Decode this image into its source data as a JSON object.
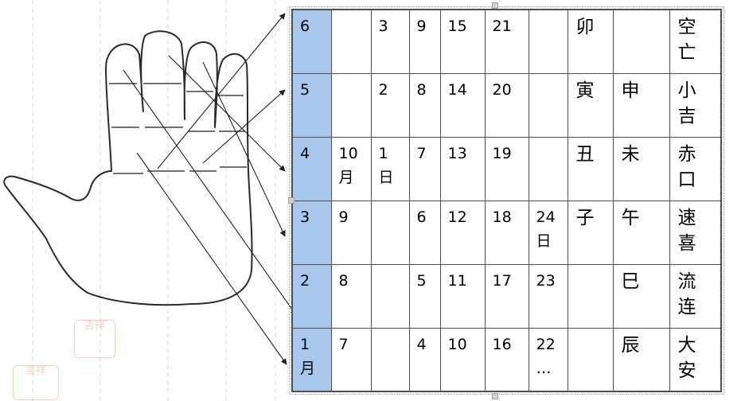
{
  "month_column": [
    "6",
    "5",
    "4",
    "3",
    "2",
    "1\n月"
  ],
  "rows": [
    [
      "",
      "3",
      "9",
      "15",
      "21",
      "",
      "卯",
      "",
      "空\n亡"
    ],
    [
      "",
      "2",
      "8",
      "14",
      "20",
      "",
      "寅",
      "申",
      "小\n吉"
    ],
    [
      "10\n月",
      "1\n日",
      "7",
      "13",
      "19",
      "",
      "丑",
      "未",
      "赤\n口"
    ],
    [
      "9",
      "",
      "6",
      "12",
      "18",
      "24\n日",
      "子",
      "午",
      "速\n喜"
    ],
    [
      "8",
      "",
      "5",
      "11",
      "17",
      "23",
      "",
      "巳",
      "流\n连"
    ],
    [
      "7",
      "",
      "4",
      "10",
      "16",
      "22\n…",
      "",
      "辰",
      "大\n安"
    ]
  ],
  "seal_text": "吉祥",
  "colors": {
    "month_col": "#a7c7ec",
    "border": "#4f4f4f",
    "line": "#222222"
  }
}
